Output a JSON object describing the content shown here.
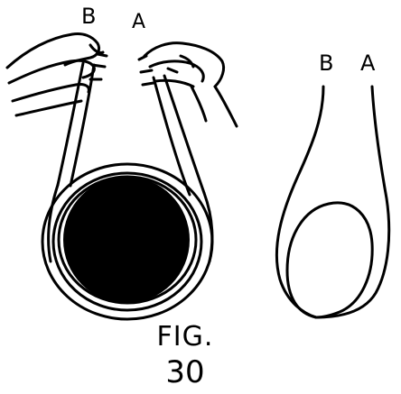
{
  "figure": {
    "caption_line1": "FIG.",
    "caption_line2": "30"
  },
  "left_illustration": {
    "label_b": "B",
    "label_a": "A"
  },
  "right_diagram": {
    "label_b": "B",
    "label_a": "A"
  },
  "colors": {
    "ink": "#000000",
    "paper": "#ffffff"
  }
}
